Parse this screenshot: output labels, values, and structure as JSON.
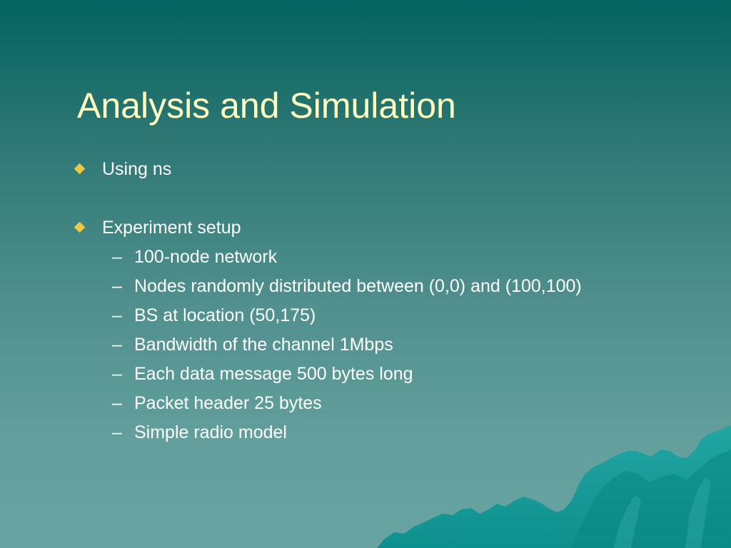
{
  "slide": {
    "title": "Analysis and Simulation",
    "bullets": [
      {
        "text": "Using ns",
        "subitems": []
      },
      {
        "text": "Experiment setup",
        "subitems": [
          "100-node network",
          "Nodes randomly distributed between (0,0) and (100,100)",
          "BS at location (50,175)",
          "Bandwidth of the channel 1Mbps",
          "Each data message 500 bytes long",
          "Packet header 25 bytes",
          "Simple radio model"
        ]
      }
    ],
    "dash_glyph": "–"
  },
  "colors": {
    "title": "#ffffc0",
    "text": "#ffffff",
    "bullet": "#e9c94c",
    "background_top": "#02635f",
    "background_bottom": "#67a3a1",
    "mountain": "#129a98"
  },
  "icons": {
    "bullet_marker": "diamond-bullet-icon",
    "decoration": "mountain-range-decoration"
  }
}
